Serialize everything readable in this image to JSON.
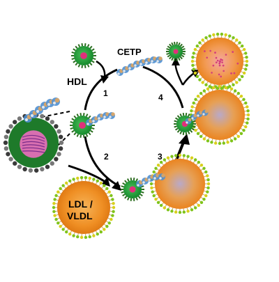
{
  "labels": {
    "cetp": "CETP",
    "hdl": "HDL",
    "ldl_vldl_line1": "LDL /",
    "ldl_vldl_line2": "VLDL"
  },
  "steps": [
    "1",
    "2",
    "3",
    "4"
  ],
  "colors": {
    "particle_core": "#f08a1e",
    "particle_core_light": "#f7b24a",
    "hdl_core": "#22a33c",
    "hdl_center": "#e0307a",
    "lipid_head_green": "#7fc41a",
    "lipid_head_yellow": "#d8d01c",
    "protein_blue": "#4f8fd0",
    "protein_orange": "#e8a75a",
    "inset_bg": "#1e7a2a",
    "inset_pink": "#d86fb0",
    "arrow": "#000000"
  }
}
